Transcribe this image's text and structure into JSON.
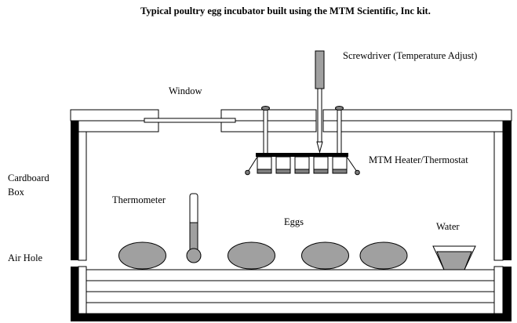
{
  "title": "Typical poultry egg incubator built using the MTM Scientific, Inc kit.",
  "labels": {
    "screwdriver": "Screwdriver (Temperature Adjust)",
    "window": "Window",
    "heater": "MTM Heater/Thermostat",
    "box_line1": "Cardboard",
    "box_line2": "Box",
    "thermometer": "Thermometer",
    "eggs": "Eggs",
    "water": "Water",
    "air_hole": "Air Hole"
  },
  "colors": {
    "outline": "#000000",
    "gray": "#a0a0a0",
    "dark_gray": "#808080",
    "background": "#ffffff"
  }
}
